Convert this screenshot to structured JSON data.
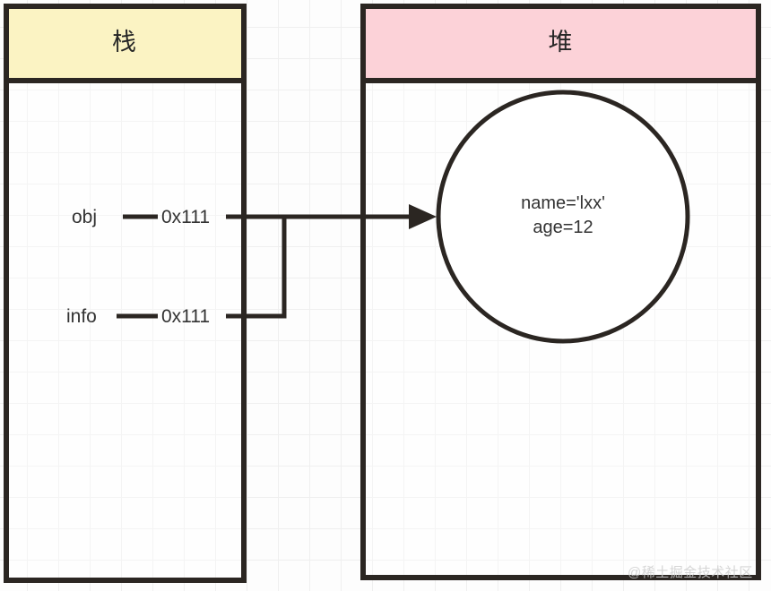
{
  "diagram": {
    "type": "memory-model-diagram",
    "stack": {
      "header_label": "栈",
      "header_fill": "#fbf3c3",
      "border_color": "#2b2622",
      "entries": [
        {
          "name": "obj",
          "address": "0x111"
        },
        {
          "name": "info",
          "address": "0x111"
        }
      ]
    },
    "heap": {
      "header_label": "堆",
      "header_fill": "#fcd2d8",
      "border_color": "#2b2622",
      "object": {
        "shape": "circle",
        "fill": "#ffffff",
        "lines": [
          "name='lxx'",
          "age=12"
        ]
      }
    },
    "connector": {
      "style": "arrow",
      "color": "#2b2622",
      "description": "obj and info both point to the same heap object"
    },
    "watermark": "@稀土掘金技术社区",
    "background": {
      "color": "#fdfdfd",
      "grid_color": "#efefef",
      "grid_size": "35"
    }
  }
}
